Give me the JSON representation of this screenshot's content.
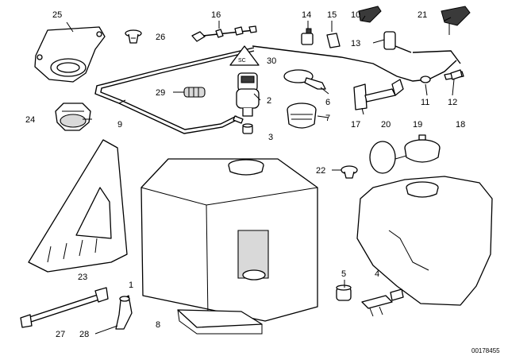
{
  "diagram": {
    "document_id": "00178455",
    "warning_symbol": "warning-triangle-icon",
    "callouts": [
      {
        "id": "c1",
        "label": "1"
      },
      {
        "id": "c2",
        "label": "2"
      },
      {
        "id": "c3",
        "label": "3"
      },
      {
        "id": "c4",
        "label": "4"
      },
      {
        "id": "c5",
        "label": "5"
      },
      {
        "id": "c6",
        "label": "6"
      },
      {
        "id": "c7",
        "label": "7"
      },
      {
        "id": "c8",
        "label": "8"
      },
      {
        "id": "c9",
        "label": "9"
      },
      {
        "id": "c10",
        "label": "10"
      },
      {
        "id": "c11",
        "label": "11"
      },
      {
        "id": "c12",
        "label": "12"
      },
      {
        "id": "c13",
        "label": "13"
      },
      {
        "id": "c14",
        "label": "14"
      },
      {
        "id": "c15",
        "label": "15"
      },
      {
        "id": "c16",
        "label": "16"
      },
      {
        "id": "c17",
        "label": "17"
      },
      {
        "id": "c18",
        "label": "18"
      },
      {
        "id": "c19",
        "label": "19"
      },
      {
        "id": "c20",
        "label": "20"
      },
      {
        "id": "c21",
        "label": "21"
      },
      {
        "id": "c22",
        "label": "22"
      },
      {
        "id": "c23",
        "label": "23"
      },
      {
        "id": "c24",
        "label": "24"
      },
      {
        "id": "c25",
        "label": "25"
      },
      {
        "id": "c26",
        "label": "26"
      },
      {
        "id": "c27",
        "label": "27"
      },
      {
        "id": "c28",
        "label": "28"
      },
      {
        "id": "c29",
        "label": "29"
      },
      {
        "id": "c30",
        "label": "30"
      }
    ]
  }
}
